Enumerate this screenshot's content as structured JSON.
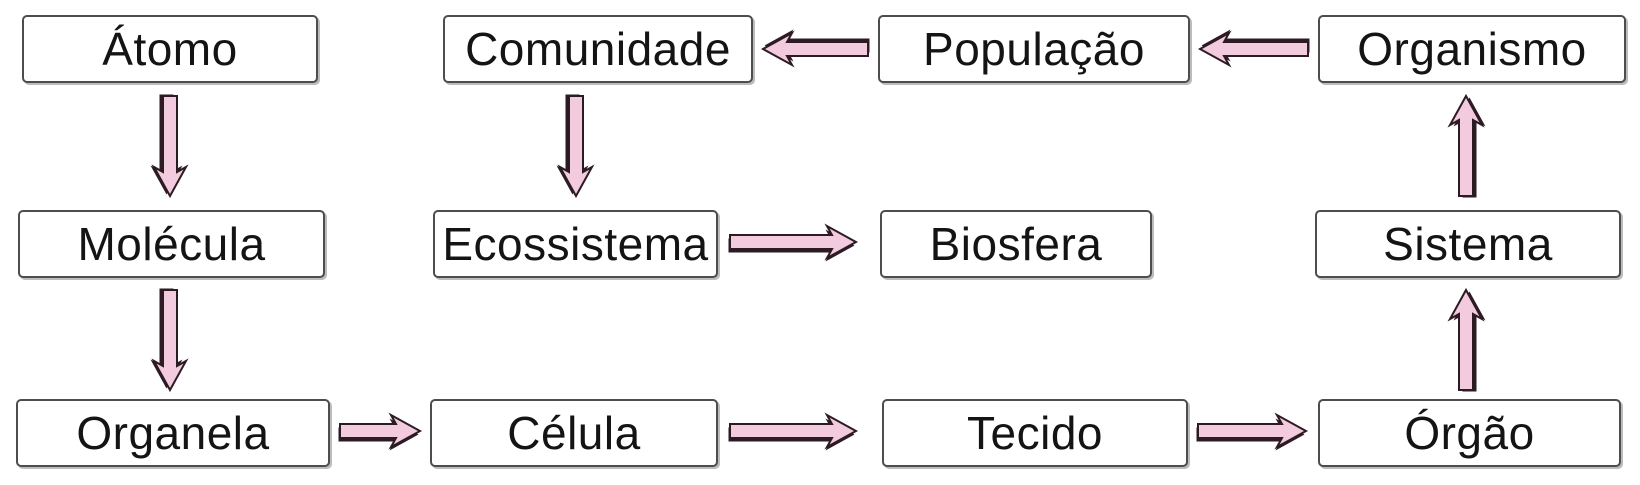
{
  "diagram": {
    "language": "pt",
    "nodes": [
      {
        "id": "atomo",
        "label": "Átomo"
      },
      {
        "id": "comunidade",
        "label": "Comunidade"
      },
      {
        "id": "populacao",
        "label": "População"
      },
      {
        "id": "organismo",
        "label": "Organismo"
      },
      {
        "id": "molecula",
        "label": "Molécula"
      },
      {
        "id": "ecossistema",
        "label": "Ecossistema"
      },
      {
        "id": "biosfera",
        "label": "Biosfera"
      },
      {
        "id": "sistema",
        "label": "Sistema"
      },
      {
        "id": "organela",
        "label": "Organela"
      },
      {
        "id": "celula",
        "label": "Célula"
      },
      {
        "id": "tecido",
        "label": "Tecido"
      },
      {
        "id": "orgao",
        "label": "Órgão"
      }
    ],
    "edges": [
      {
        "from": "atomo",
        "to": "molecula",
        "direction": "down"
      },
      {
        "from": "molecula",
        "to": "organela",
        "direction": "down"
      },
      {
        "from": "organela",
        "to": "celula",
        "direction": "right"
      },
      {
        "from": "celula",
        "to": "tecido",
        "direction": "right"
      },
      {
        "from": "tecido",
        "to": "orgao",
        "direction": "right"
      },
      {
        "from": "orgao",
        "to": "sistema",
        "direction": "up"
      },
      {
        "from": "sistema",
        "to": "organismo",
        "direction": "up"
      },
      {
        "from": "organismo",
        "to": "populacao",
        "direction": "left"
      },
      {
        "from": "populacao",
        "to": "comunidade",
        "direction": "left"
      },
      {
        "from": "comunidade",
        "to": "ecossistema",
        "direction": "down"
      },
      {
        "from": "ecossistema",
        "to": "biosfera",
        "direction": "right"
      }
    ],
    "sequence": [
      "Átomo",
      "Molécula",
      "Organela",
      "Célula",
      "Tecido",
      "Órgão",
      "Sistema",
      "Organismo",
      "População",
      "Comunidade",
      "Ecossistema",
      "Biosfera"
    ]
  },
  "colors": {
    "arrow_fill": "#f2cbdf",
    "arrow_outline": "#2d1b24",
    "box_border": "#4d4d4d",
    "box_fill": "#ffffff",
    "text": "#141414",
    "background": "#ffffff"
  }
}
